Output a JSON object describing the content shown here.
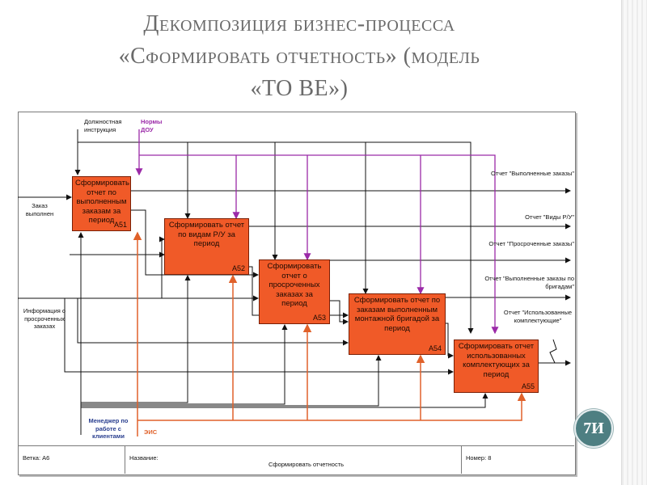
{
  "slide": {
    "title_lines": [
      "Декомпозиция бизнес-процесса",
      "«Сформировать отчетность» (модель",
      "«TO BE»)"
    ],
    "slide_number": "7И"
  },
  "controls": {
    "instruction": "Должностная инструкция",
    "norms": "Нормы ДОУ"
  },
  "mechanisms": {
    "manager": "Менеджер по работе с клиентами",
    "eis": "ЭИС"
  },
  "inputs": {
    "order": "Заказ выполнен",
    "overdue_info": "Информация о просроченных заказах"
  },
  "activities": [
    {
      "label": "Сформировать отчет по выполненным заказам за период",
      "number": "A51"
    },
    {
      "label": "Сформировать отчет по видам Р/У за период",
      "number": "A52"
    },
    {
      "label": "Сформировать отчет о просроченных заказах за период",
      "number": "A53"
    },
    {
      "label": "Сформировать отчет по заказам выполненным монтажной бригадой за период",
      "number": "A54"
    },
    {
      "label": "Сформировать отчет использованных комплектующих за период",
      "number": "A55"
    }
  ],
  "outputs": [
    "Отчет \"Выполненные заказы\"",
    "Отчет \"Виды Р/У\"",
    "Отчет \"Просроченные заказы\"",
    "Отчет \"Выполненные заказы по бригадам\"",
    "Отчет \"Использованные комплектующие\""
  ],
  "footer": {
    "node": "Ветка: A6",
    "name_label": "Название:",
    "name_value": "Сформировать отчетность",
    "number": "Номер: 8"
  },
  "colors": {
    "activity_fill": "#f05a28",
    "control_norms": "#9b2aa8",
    "mechanism_eis": "#e0612a",
    "arrows": "#111111"
  }
}
